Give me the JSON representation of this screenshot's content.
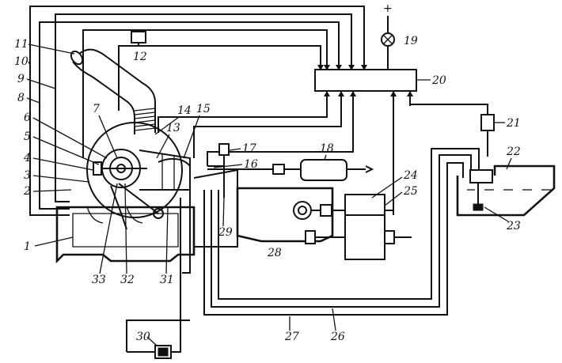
{
  "labels": [
    "1",
    "2",
    "3",
    "4",
    "5",
    "6",
    "7",
    "8",
    "9",
    "10",
    "11",
    "12",
    "13",
    "14",
    "15",
    "16",
    "17",
    "18",
    "19",
    "20",
    "21",
    "22",
    "23",
    "24",
    "25",
    "26",
    "27",
    "28",
    "29",
    "30",
    "31",
    "32",
    "33"
  ],
  "plus_sign": "+"
}
